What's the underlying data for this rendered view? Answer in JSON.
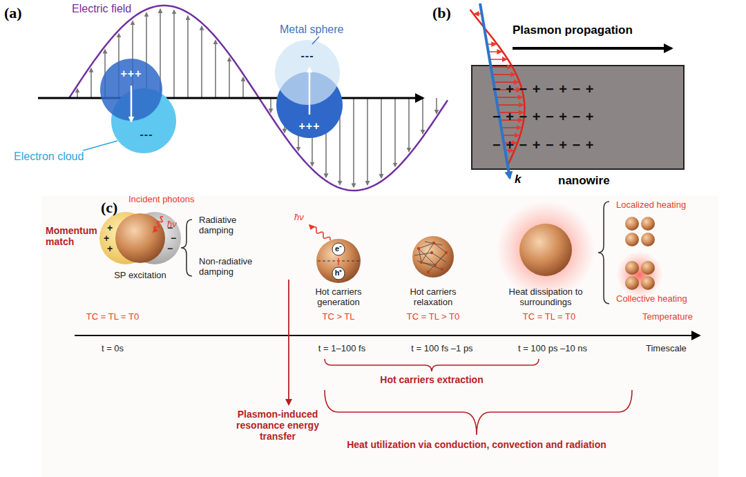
{
  "diagram": {
    "nodes": [
      {
        "text": [
          "− + − + − + − +",
          "− + − + − + − +",
          "− + − + − + − +"
        ]
      }
    ],
    "labels": [
      "(a)",
      "Electric field",
      "Metal sphere",
      "Electron cloud",
      "+++",
      "---",
      "---",
      "+++",
      "(b)",
      "Plasmon propagation",
      "k",
      "nanowire",
      "(c)",
      "Incident photons",
      "ħν",
      "Momentum match",
      "+",
      "+",
      "+",
      "−",
      "−",
      "−",
      "Radiative damping",
      "Non-radiative damping",
      "SP excitation",
      "ħν",
      "e⁻",
      "h⁺",
      "Hot carriers generation",
      "Hot carriers relaxation",
      "Heat dissipation to surroundings",
      "Localized heating",
      "Collective heating",
      "TC = TL = T0",
      "TC > TL",
      "TC = TL > T0",
      "TC = TL = T0",
      "Temperature",
      "t = 0s",
      "t = 1–100 fs",
      "t = 100 fs –1 ps",
      "t = 100 ps –10 ns",
      "Timescale",
      "Plasmon-induced resonance energy transfer",
      "Hot carriers extraction",
      "Heat utilization via conduction, convection and radiation"
    ]
  }
}
